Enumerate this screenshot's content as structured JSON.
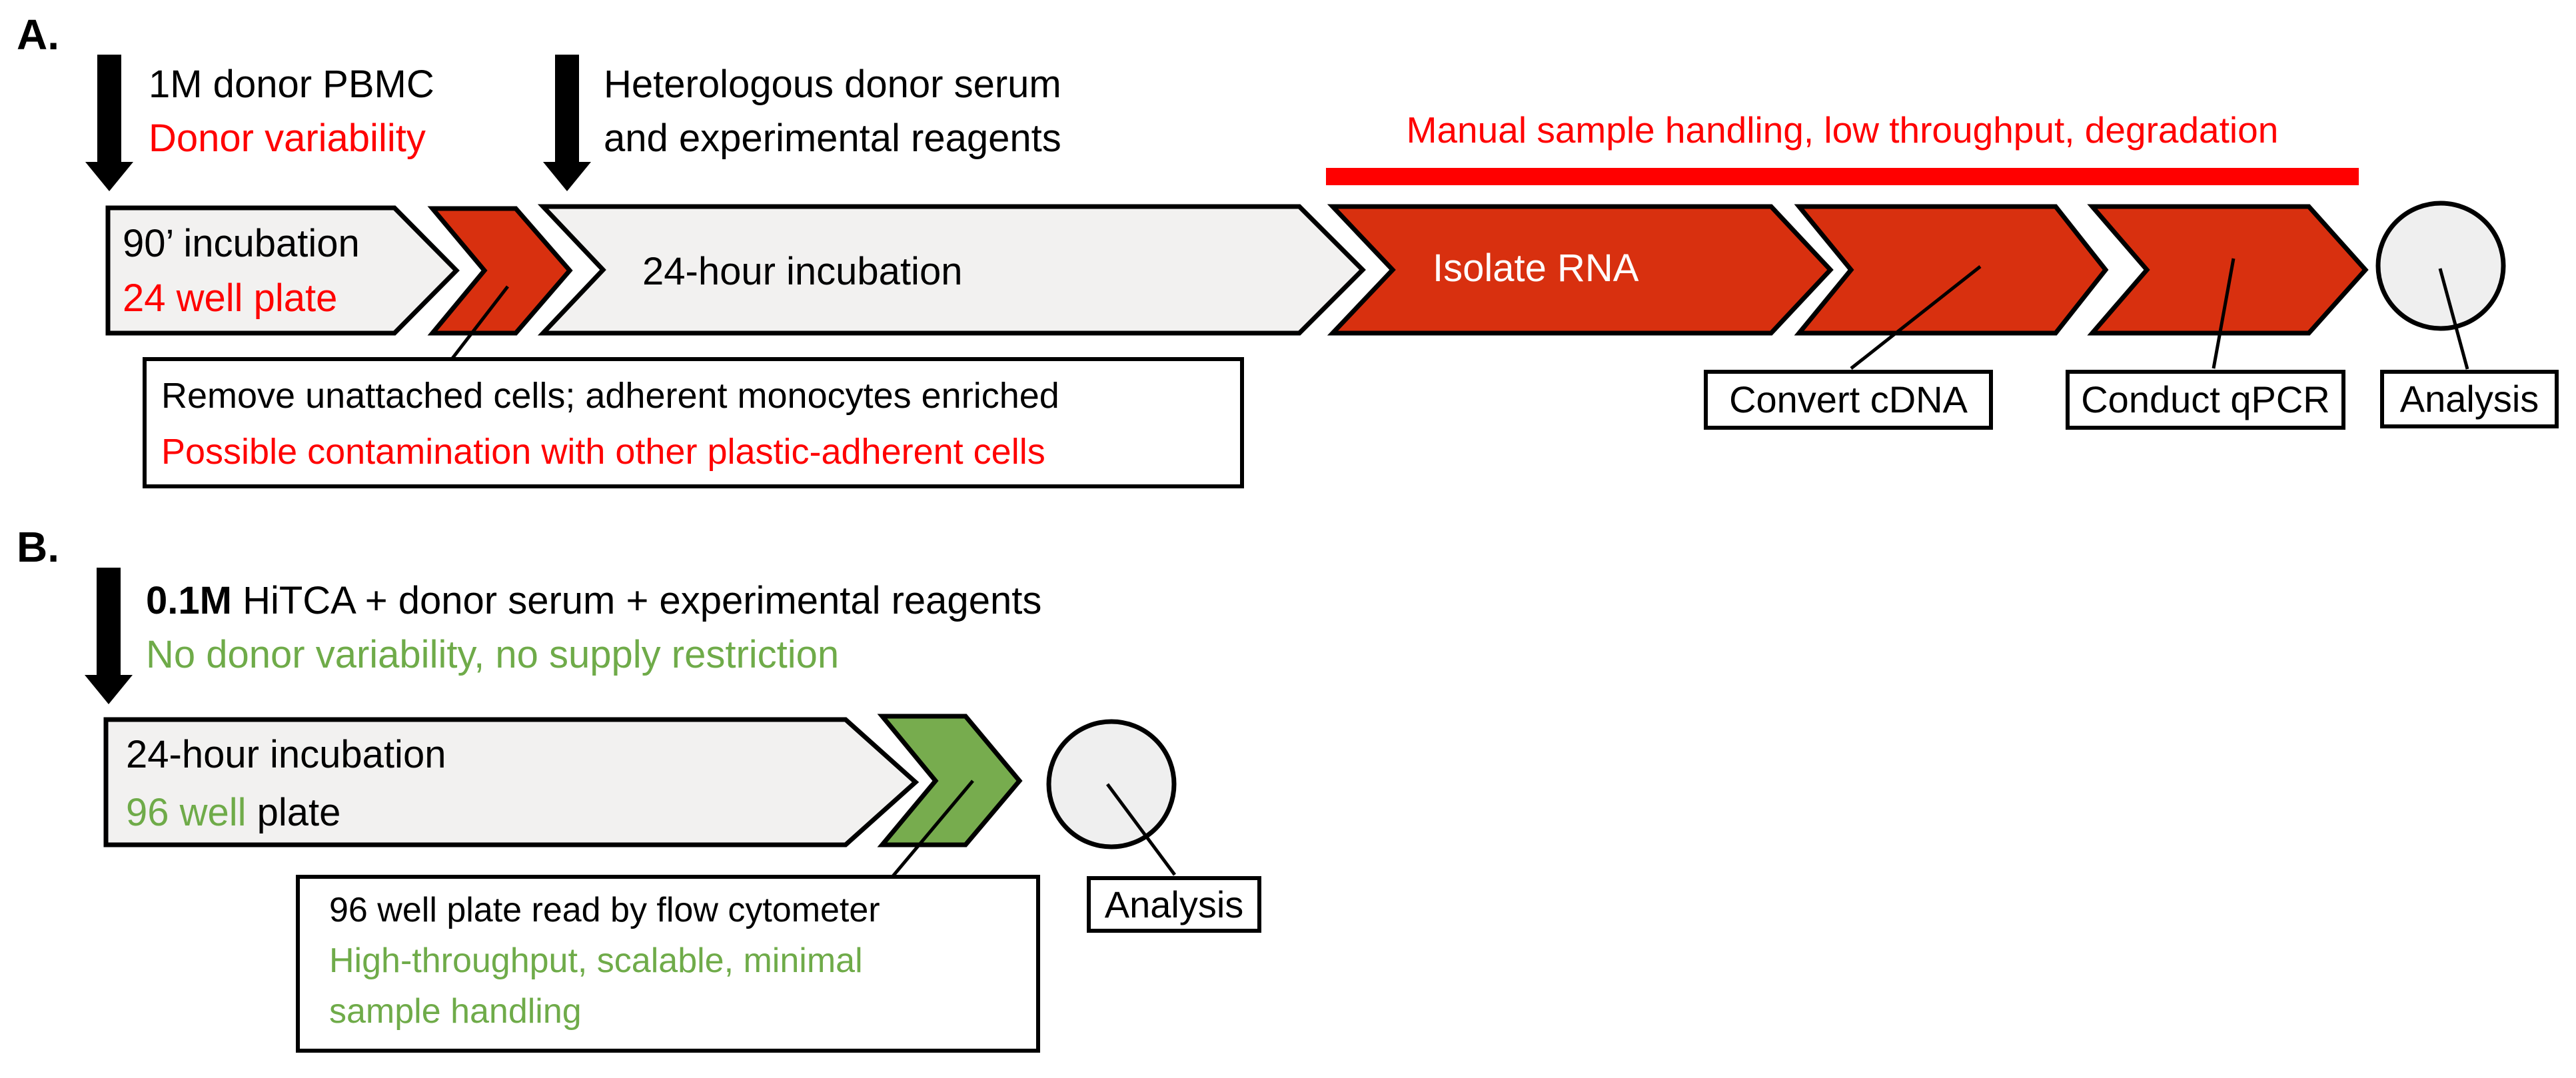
{
  "colors": {
    "text_red": "#FF0000",
    "text_green": "#6FAB49",
    "bar_red": "#FF0000",
    "shape_red": "#D8300F",
    "shape_green": "#77AC4E",
    "shape_gray": "#F2F1F0",
    "circle_gray": "#EFEFEF",
    "arrow_black": "#000000"
  },
  "panel_a": {
    "label": "A.",
    "input1": {
      "line1": "1M donor PBMC",
      "line2": "Donor variability"
    },
    "input2": {
      "line1": "Heterologous donor serum",
      "line2": "and experimental reagents"
    },
    "warning_title": "Manual sample handling, low throughput, degradation",
    "step1": {
      "line1": "90’ incubation",
      "line2": "24 well plate"
    },
    "step2_label": "24-hour incubation",
    "step3_label": "Isolate RNA",
    "note1": {
      "line1": "Remove unattached cells; adherent monocytes enriched",
      "line2": "Possible contamination with other plastic-adherent cells"
    },
    "convert_label": "Convert cDNA",
    "qpcr_label": "Conduct qPCR",
    "analysis_label": "Analysis"
  },
  "panel_b": {
    "label": "B.",
    "input1": {
      "bold": "0.1M",
      "rest": " HiTCA + donor serum + experimental reagents",
      "line2": "No donor variability, no supply restriction"
    },
    "step1": {
      "line1": "24-hour incubation",
      "line2_green": "96 well",
      "line2_black": " plate"
    },
    "note1": {
      "line1": "96 well plate read by flow cytometer",
      "line2": "High-throughput, scalable, minimal",
      "line3": "sample handling"
    },
    "analysis_label": "Analysis"
  }
}
